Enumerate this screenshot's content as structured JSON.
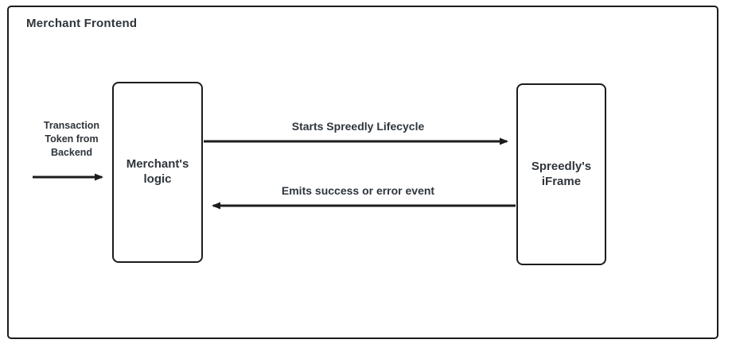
{
  "diagram": {
    "frame_title": "Merchant Frontend",
    "nodes": {
      "merchant_logic": "Merchant's logic",
      "spreedly_iframe": "Spreedly's iFrame"
    },
    "edges": {
      "token_input_label": "Transaction Token from Backend",
      "start_lifecycle_label": "Starts Spreedly Lifecycle",
      "emit_event_label": "Emits success or error event"
    },
    "colors": {
      "stroke": "#1c1c1c",
      "text": "#2f353b",
      "background": "#ffffff"
    }
  }
}
